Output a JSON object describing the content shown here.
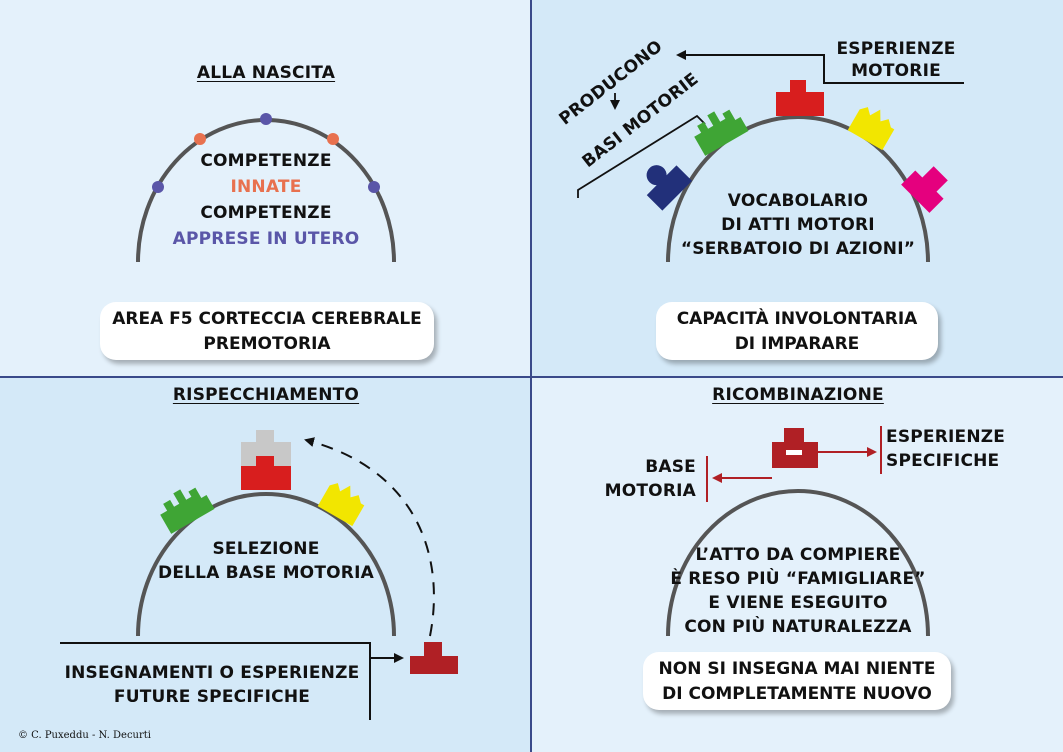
{
  "q1": {
    "title": "ALLA NASCITA",
    "line1": "COMPETENZE",
    "line2": "INNATE",
    "line3": "COMPETENZE",
    "line4": "APPRESE IN UTERO",
    "box_line1": "AREA F5 CORTECCIA CEREBRALE",
    "box_line2": "PREMOTORIA"
  },
  "q2": {
    "label_top_1": "ESPERIENZE",
    "label_top_2": "MOTORIE",
    "producono": "PRODUCONO",
    "basi_motorie": "BASI MOTORIE",
    "line1": "VOCABOLARIO",
    "line2": "DI ATTI MOTORI",
    "line3": "“SERBATOIO DI AZIONI”",
    "box_line1": "CAPACITÀ INVOLONTARIA",
    "box_line2": "DI IMPARARE"
  },
  "q3": {
    "title": "RISPECCHIAMENTO",
    "line1": "SELEZIONE",
    "line2": "DELLA BASE MOTORIA",
    "box_line1": "INSEGNAMENTI O ESPERIENZE",
    "box_line2": "FUTURE SPECIFICHE"
  },
  "q4": {
    "title": "RICOMBINAZIONE",
    "left_1": "BASE",
    "left_2": "MOTORIA",
    "right_1": "ESPERIENZE",
    "right_2": "SPECIFICHE",
    "line1": "L’ATTO DA COMPIERE",
    "line2": "È RESO PIÙ “FAMIGLIARE”",
    "line3": "E VIENE ESEGUITO",
    "line4": "CON PIÙ NATURALEZZA",
    "box_line1": "NON SI INSEGNA MAI NIENTE",
    "box_line2": "DI COMPLETAMENTE NUOVO"
  },
  "credit": "© C. Puxeddu - N. Decurti",
  "colors": {
    "arc": "#555555",
    "orange": "#e8714f",
    "purple": "#5a56a8",
    "red": "#d81e1e",
    "darkred": "#b02025",
    "green": "#3fa535",
    "yellow": "#f2e600",
    "magenta": "#e5007e",
    "navy": "#22307a",
    "grey": "#c8c8c8",
    "divider": "#3a4a8a"
  }
}
